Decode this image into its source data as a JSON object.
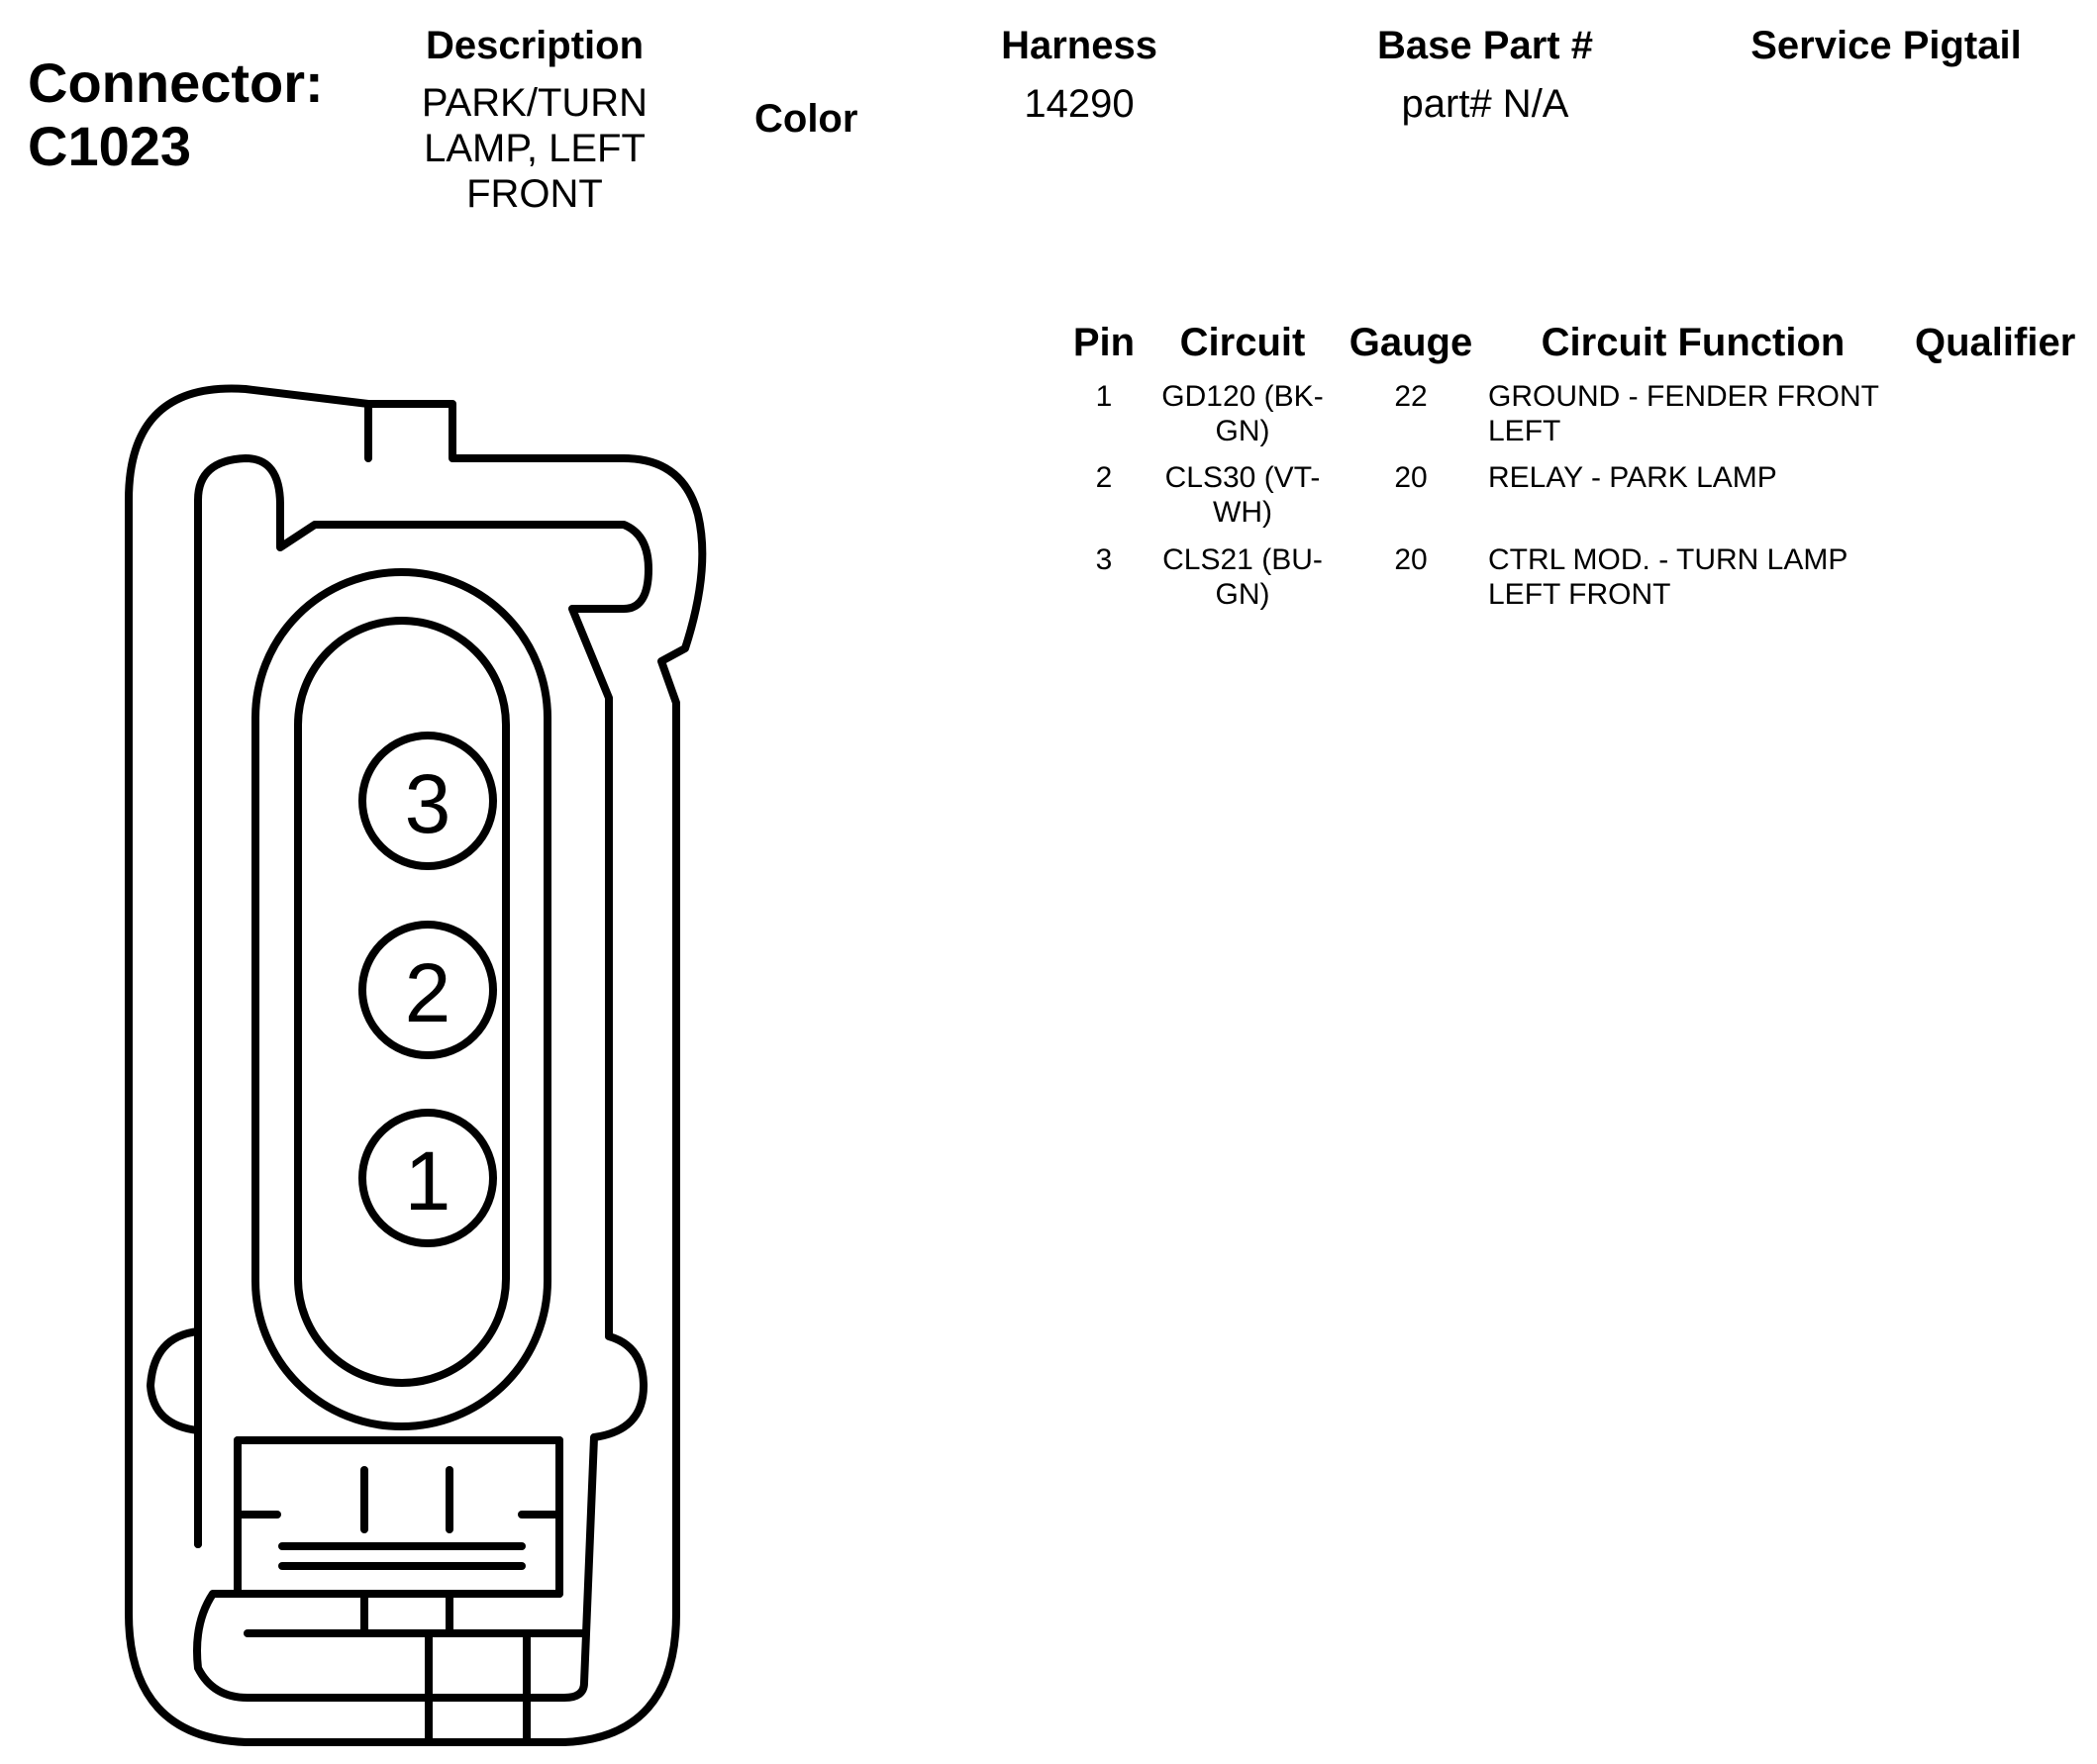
{
  "connector": {
    "label": "Connector:",
    "id": "C1023"
  },
  "header": {
    "description_label": "Description",
    "description_value": "PARK/TURN LAMP, LEFT FRONT",
    "color_label": "Color",
    "harness_label": "Harness",
    "harness_value": "14290",
    "base_part_label": "Base Part #",
    "base_part_value": "part# N/A",
    "service_pigtail_label": "Service Pigtail"
  },
  "pin_table": {
    "columns": [
      "Pin",
      "Circuit",
      "Gauge",
      "Circuit Function",
      "Qualifier"
    ],
    "rows": [
      {
        "pin": "1",
        "circuit": "GD120 (BK-GN)",
        "gauge": "22",
        "function": "GROUND - FENDER FRONT LEFT",
        "qualifier": ""
      },
      {
        "pin": "2",
        "circuit": "CLS30 (VT-WH)",
        "gauge": "20",
        "function": "RELAY - PARK LAMP",
        "qualifier": ""
      },
      {
        "pin": "3",
        "circuit": "CLS21 (BU-GN)",
        "gauge": "20",
        "function": "CTRL MOD. - TURN LAMP LEFT FRONT",
        "qualifier": ""
      }
    ]
  },
  "diagram": {
    "cavity_labels": [
      "3",
      "2",
      "1"
    ],
    "stroke_color": "#000000",
    "background_color": "#ffffff"
  }
}
